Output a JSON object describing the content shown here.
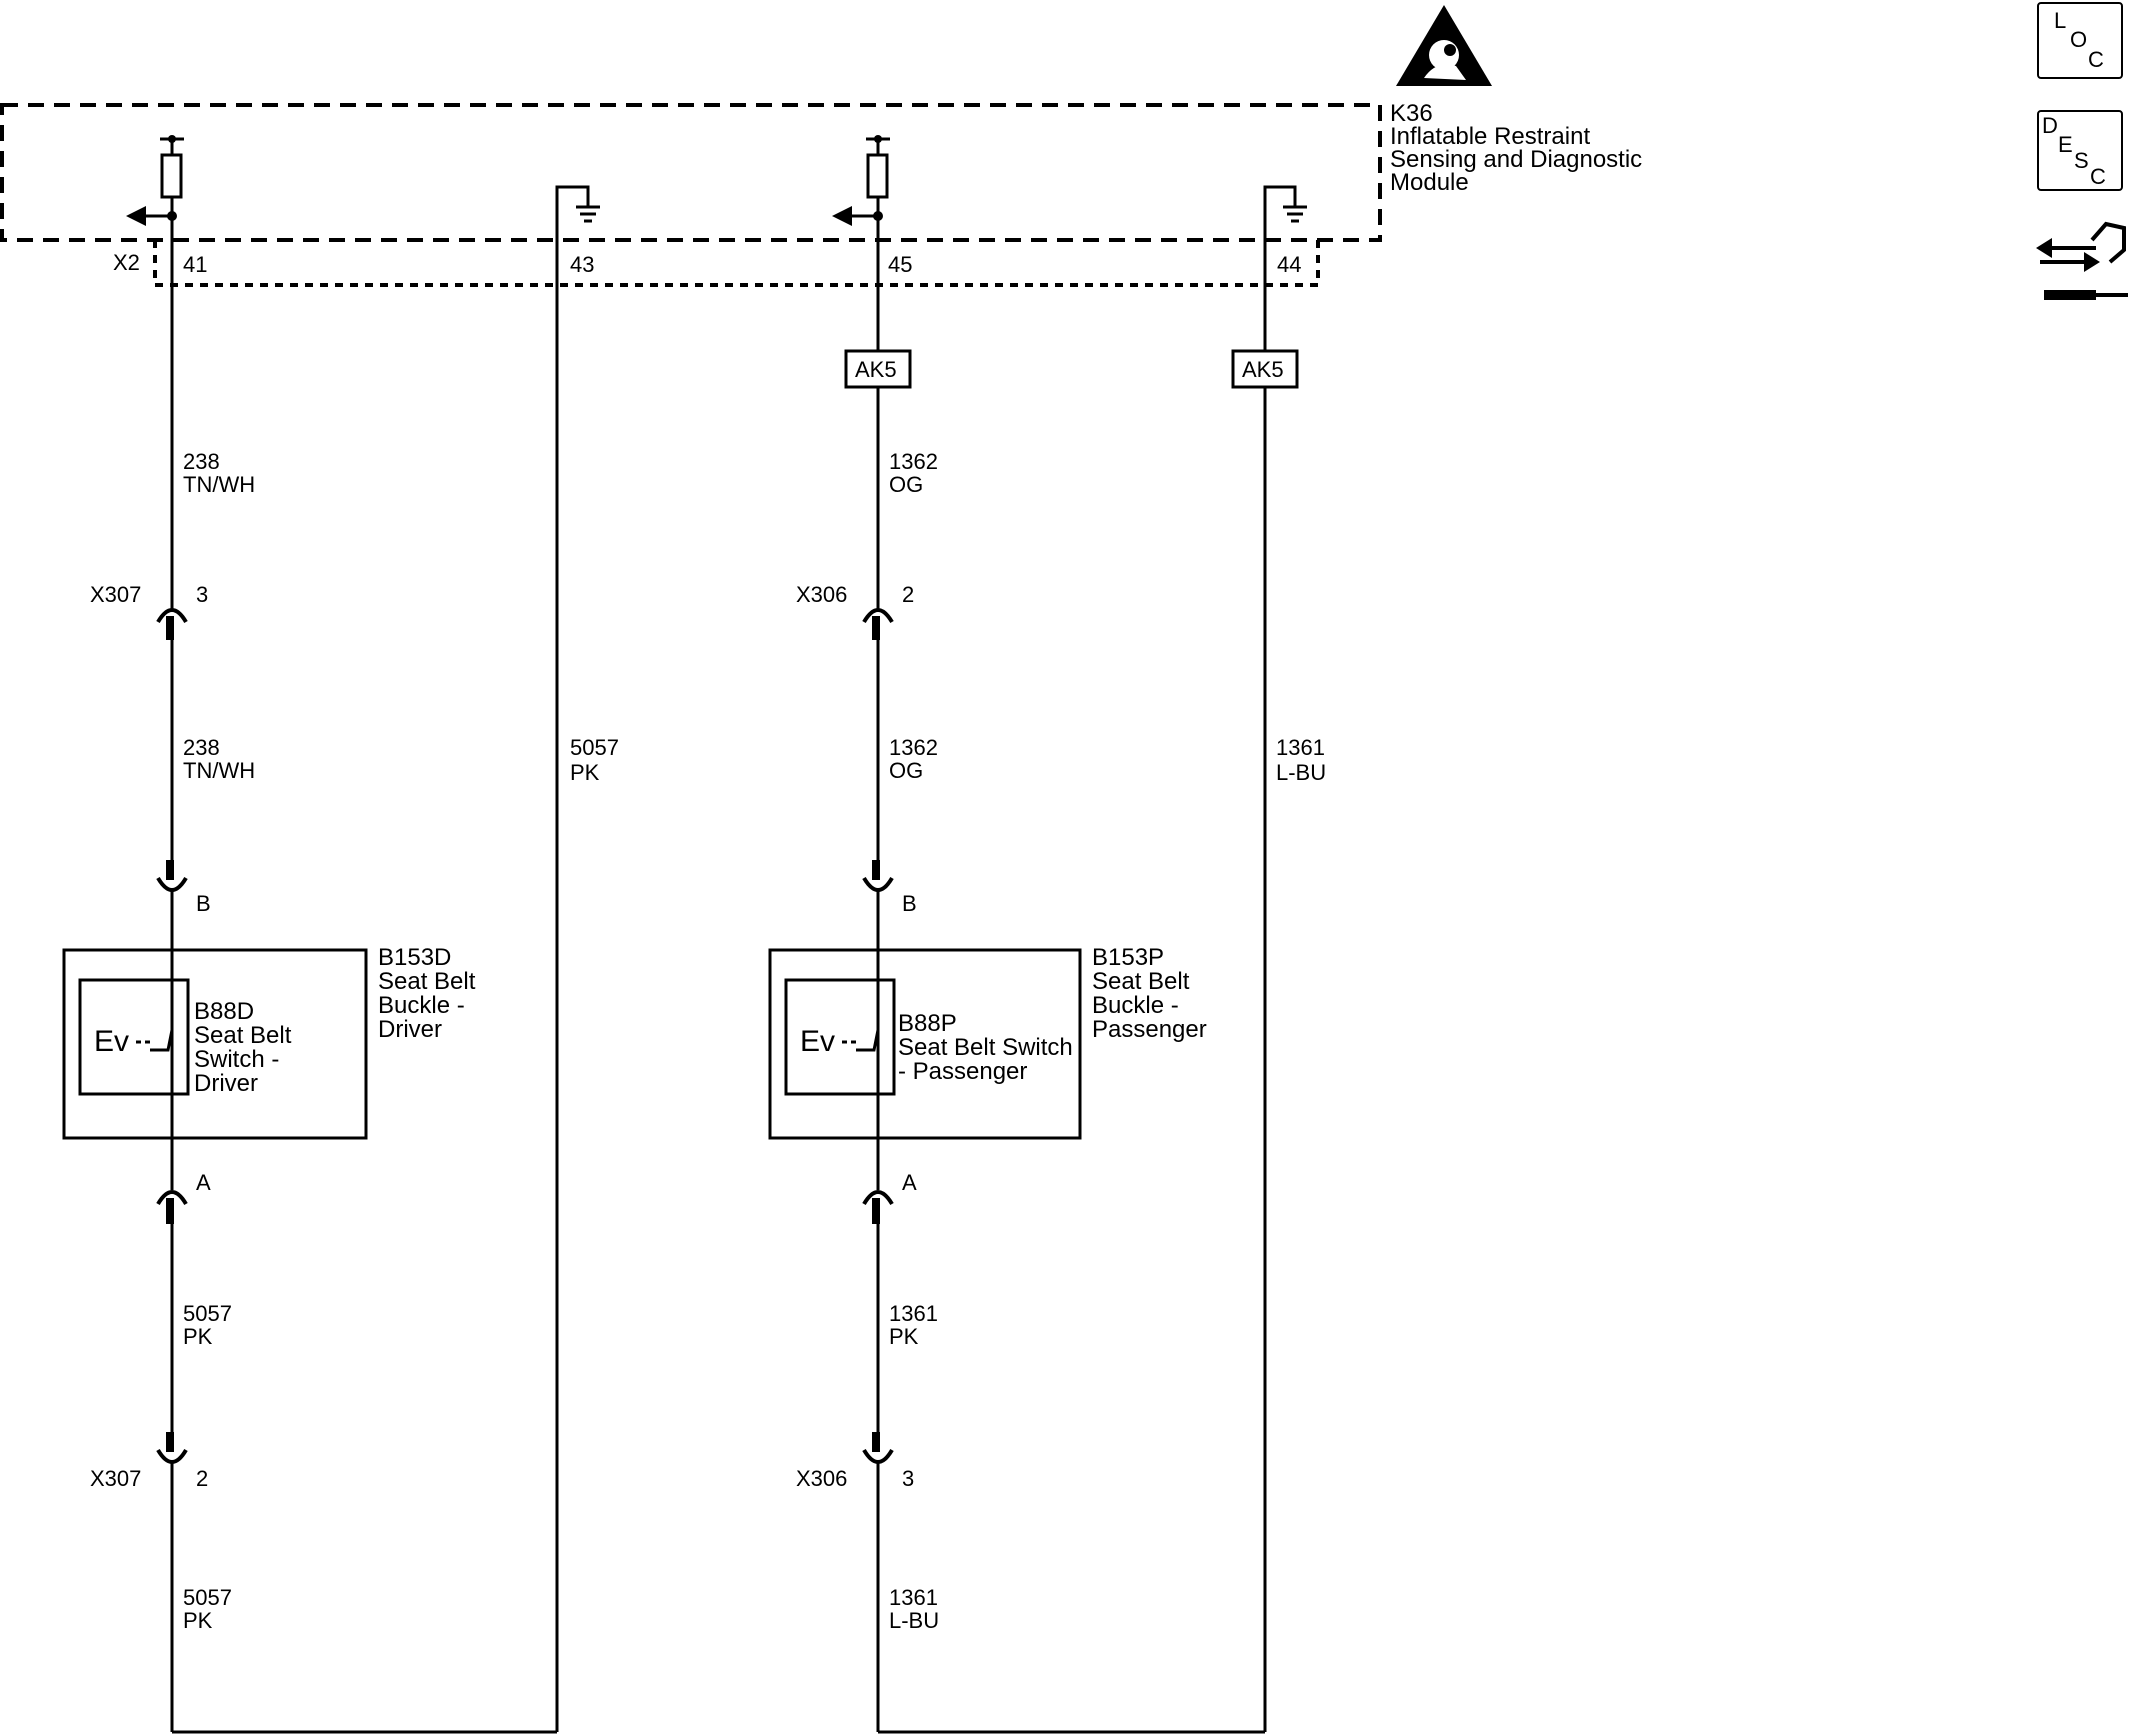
{
  "module": {
    "ref": "K36",
    "name_line1": "Inflatable Restraint",
    "name_line2": "Sensing and Diagnostic",
    "name_line3": "Module",
    "connector": "X2",
    "pins": [
      "41",
      "43",
      "45",
      "44"
    ]
  },
  "side_icons": {
    "loc": {
      "l": "L",
      "o": "O",
      "c": "C"
    },
    "desc": {
      "d": "D",
      "e": "E",
      "s": "S",
      "c": "C"
    },
    "airbag_icon": "airbag-warning-icon",
    "service_icon": "service-arrows-icon"
  },
  "splices": {
    "ak5_a": "AK5",
    "ak5_b": "AK5"
  },
  "wires": {
    "w238_a": {
      "circuit": "238",
      "color": "TN/WH"
    },
    "w238_b": {
      "circuit": "238",
      "color": "TN/WH"
    },
    "w5057_a": {
      "circuit": "5057",
      "color": "PK"
    },
    "w5057_b": {
      "circuit": "5057",
      "color": "PK"
    },
    "w5057_c": {
      "circuit": "5057",
      "color": "PK"
    },
    "w1362_a": {
      "circuit": "1362",
      "color": "OG"
    },
    "w1362_b": {
      "circuit": "1362",
      "color": "OG"
    },
    "w1361_a": {
      "circuit": "1361",
      "color": "L-BU"
    },
    "w1361_b": {
      "circuit": "1361",
      "color": "PK"
    },
    "w1361_c": {
      "circuit": "1361",
      "color": "L-BU"
    }
  },
  "connectors": {
    "x307_top": {
      "name": "X307",
      "pin": "3"
    },
    "x307_bot": {
      "name": "X307",
      "pin": "2"
    },
    "x306_top": {
      "name": "X306",
      "pin": "2"
    },
    "x306_bot": {
      "name": "X306",
      "pin": "3"
    },
    "drv_b": "B",
    "drv_a": "A",
    "pass_b": "B",
    "pass_a": "A"
  },
  "driver_buckle": {
    "ref": "B153D",
    "line1": "Seat Belt",
    "line2": "Buckle -",
    "line3": "Driver",
    "switch": {
      "ref": "B88D",
      "line1": "Seat Belt",
      "line2": "Switch -",
      "line3": "Driver",
      "symbol": "Ev"
    }
  },
  "passenger_buckle": {
    "ref": "B153P",
    "line1": "Seat Belt",
    "line2": "Buckle -",
    "line3": "Passenger",
    "switch": {
      "ref": "B88P",
      "line1": "Seat Belt Switch",
      "line2": "- Passenger",
      "symbol": "Ev"
    }
  }
}
